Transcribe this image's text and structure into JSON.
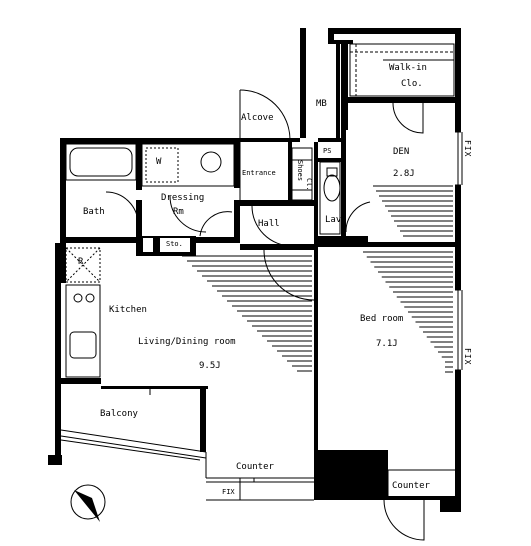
{
  "rooms": {
    "walkin": "Walk-in",
    "walkin2": "Clo.",
    "mb": "MB",
    "alcove": "Alcove",
    "den": "DEN",
    "den_size": "2.8J",
    "ps": "PS",
    "entrance": "Entrance",
    "shoes": "Shoes",
    "shoes2": "Cl.",
    "dressing": "Dressing",
    "dressing2": "Rm",
    "bath": "Bath",
    "hall": "Hall",
    "lav": "Lav.",
    "sto": "Sto.",
    "r": "R",
    "w": "W",
    "kitchen": "Kitchen",
    "living": "Living/Dining room",
    "living_size": "9.5J",
    "bedroom": "Bed room",
    "bedroom_size": "7.1J",
    "balcony": "Balcony",
    "counter1": "Counter",
    "counter2": "Counter",
    "fix_bottom": "FIX",
    "fix_den": "FIX",
    "fix_bed": "FIX"
  },
  "icons": [
    "washer-icon",
    "refrigerator-icon",
    "stove-icon",
    "sink-icon",
    "toilet-icon",
    "bathtub-icon",
    "compass-icon"
  ]
}
